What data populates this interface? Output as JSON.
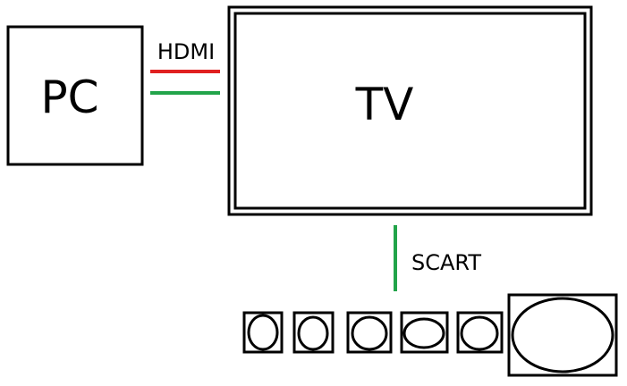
{
  "diagram": {
    "pc_label": "PC",
    "tv_label": "TV",
    "hdmi_label": "HDMI",
    "scart_label": "SCART"
  },
  "colors": {
    "stroke": "#000000",
    "hdmi_red": "#e02020",
    "hdmi_green": "#22a44a",
    "scart_green": "#22a44a",
    "background": "#ffffff"
  }
}
